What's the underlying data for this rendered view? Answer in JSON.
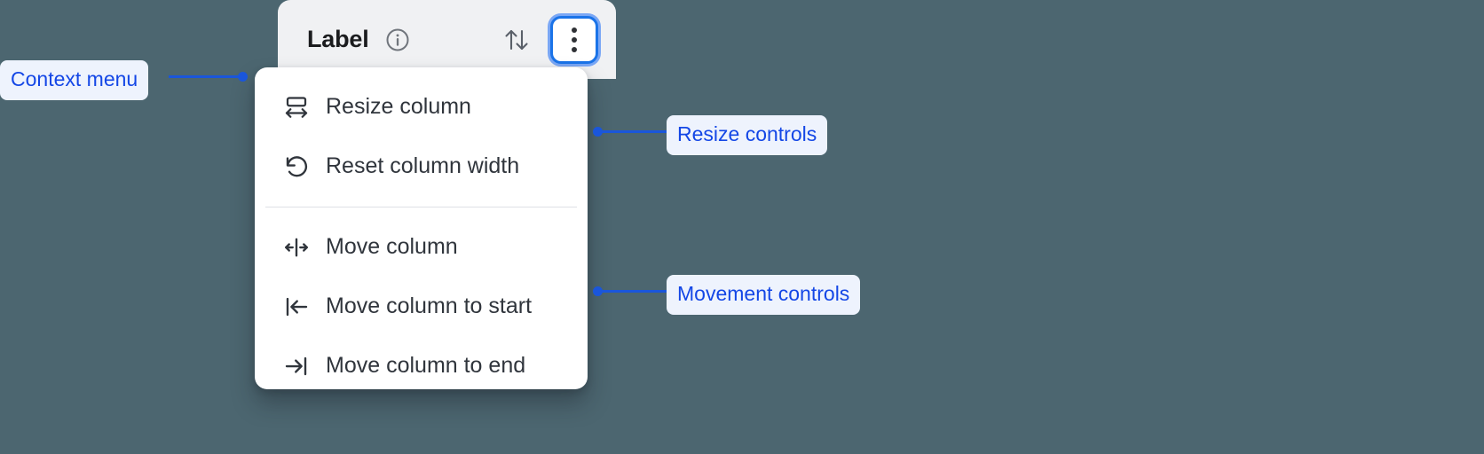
{
  "column_header": {
    "title": "Label",
    "info_icon": "info-circle-icon",
    "sort_icon": "sort-updown-arrows-icon",
    "menu_icon": "overflow-vertical-dots-icon"
  },
  "context_menu": {
    "groups": [
      {
        "items": [
          {
            "icon": "resize-column-icon",
            "label": "Resize column"
          },
          {
            "icon": "reset-rotate-ccw-icon",
            "label": "Reset column width"
          }
        ]
      },
      {
        "items": [
          {
            "icon": "move-column-left-right-icon",
            "label": "Move column"
          },
          {
            "icon": "move-column-to-start-icon",
            "label": "Move column to start"
          },
          {
            "icon": "move-column-to-end-icon",
            "label": "Move column to end"
          }
        ]
      }
    ]
  },
  "annotations": [
    {
      "id": "context",
      "label": "Context menu"
    },
    {
      "id": "resize",
      "label": "Resize controls"
    },
    {
      "id": "move",
      "label": "Movement controls"
    }
  ],
  "colors": {
    "background": "#4c6670",
    "header_background": "#f0f1f3",
    "menu_background": "#ffffff",
    "annotation_text": "#1447e6",
    "annotation_background": "#eef3fd",
    "annotation_line": "#1a56db",
    "focus_ring": "#1a73e8",
    "menu_text": "#30353c",
    "title_text": "#1b1c1e"
  }
}
